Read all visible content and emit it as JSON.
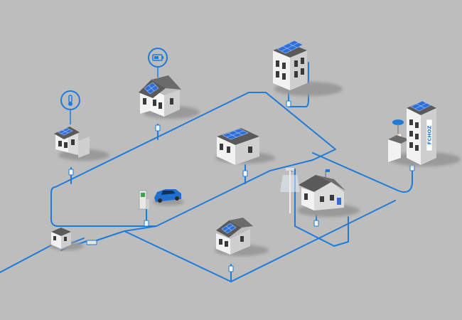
{
  "scene": {
    "background": "#bdbdbd",
    "line_color": "#1f7bd8",
    "roof_color": "#5a5a5a",
    "wall_color": "#f2f2f2",
    "wall_shade": "#cfcfcf",
    "panel_color": "#2f6fd6",
    "window_color": "#3a3a3a",
    "icon_color": "#1f7bd8"
  },
  "sign": {
    "text": "FCHOZ"
  },
  "icons": [
    {
      "name": "thermometer-icon"
    },
    {
      "name": "battery-icon"
    }
  ],
  "nodes": [
    {
      "name": "substation"
    },
    {
      "name": "house-thermostat"
    },
    {
      "name": "house-battery"
    },
    {
      "name": "apartment-tower"
    },
    {
      "name": "house-center"
    },
    {
      "name": "ev-charging-station"
    },
    {
      "name": "electric-car"
    },
    {
      "name": "smart-home"
    },
    {
      "name": "street-lamp"
    },
    {
      "name": "office-building"
    },
    {
      "name": "house-bottom"
    }
  ]
}
